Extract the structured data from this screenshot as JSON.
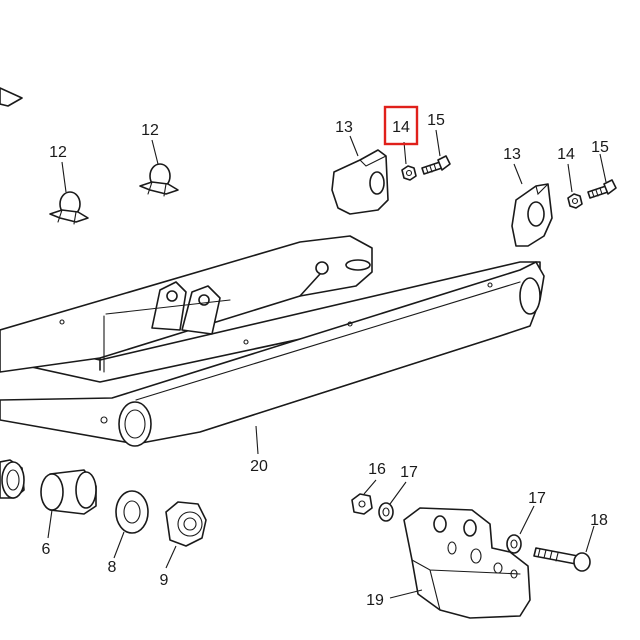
{
  "diagram": {
    "callouts": [
      {
        "id": "c12a",
        "label": "12"
      },
      {
        "id": "c12b",
        "label": "12"
      },
      {
        "id": "c13a",
        "label": "13"
      },
      {
        "id": "c14a",
        "label": "14"
      },
      {
        "id": "c15a",
        "label": "15"
      },
      {
        "id": "c13b",
        "label": "13"
      },
      {
        "id": "c14b",
        "label": "14"
      },
      {
        "id": "c15b",
        "label": "15"
      },
      {
        "id": "c20",
        "label": "20"
      },
      {
        "id": "c16",
        "label": "16"
      },
      {
        "id": "c17a",
        "label": "17"
      },
      {
        "id": "c17b",
        "label": "17"
      },
      {
        "id": "c18",
        "label": "18"
      },
      {
        "id": "c19",
        "label": "19"
      },
      {
        "id": "c6",
        "label": "6"
      },
      {
        "id": "c8",
        "label": "8"
      },
      {
        "id": "c9",
        "label": "9"
      }
    ],
    "highlight": {
      "label": "14",
      "color": "#e0201b"
    }
  }
}
